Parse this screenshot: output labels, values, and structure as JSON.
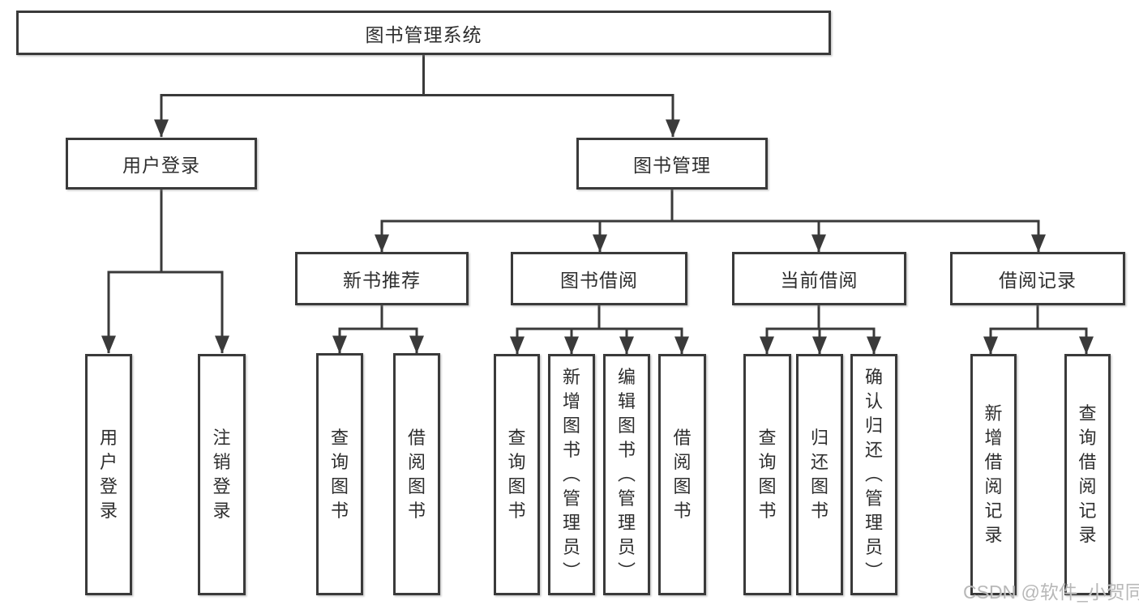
{
  "diagram_title": "图书管理系统",
  "watermark": {
    "text": "CSDN @软件_小贺同学"
  },
  "colors": {
    "line": "#3a3a3a",
    "box_border": "#3a3a3a",
    "box_fill": "#ffffff",
    "text": "#2e2e2e",
    "watermark": "#b2b2b2",
    "background": "#ffffff"
  },
  "tree": {
    "label": "图书管理系统",
    "children": [
      {
        "label": "用户登录",
        "children": [
          {
            "label": "用户登录"
          },
          {
            "label": "注销登录"
          }
        ]
      },
      {
        "label": "图书管理",
        "children": [
          {
            "label": "新书推荐",
            "children": [
              {
                "label": "查询图书"
              },
              {
                "label": "借阅图书"
              }
            ]
          },
          {
            "label": "图书借阅",
            "children": [
              {
                "label": "查询图书"
              },
              {
                "label": "新增图书（管理员）"
              },
              {
                "label": "编辑图书（管理员）"
              },
              {
                "label": "借阅图书"
              }
            ]
          },
          {
            "label": "当前借阅",
            "children": [
              {
                "label": "查询图书"
              },
              {
                "label": "归还图书"
              },
              {
                "label": "确认归还（管理员）"
              }
            ]
          },
          {
            "label": "借阅记录",
            "children": [
              {
                "label": "新增借阅记录"
              },
              {
                "label": "查询借阅记录"
              }
            ]
          }
        ]
      }
    ]
  }
}
